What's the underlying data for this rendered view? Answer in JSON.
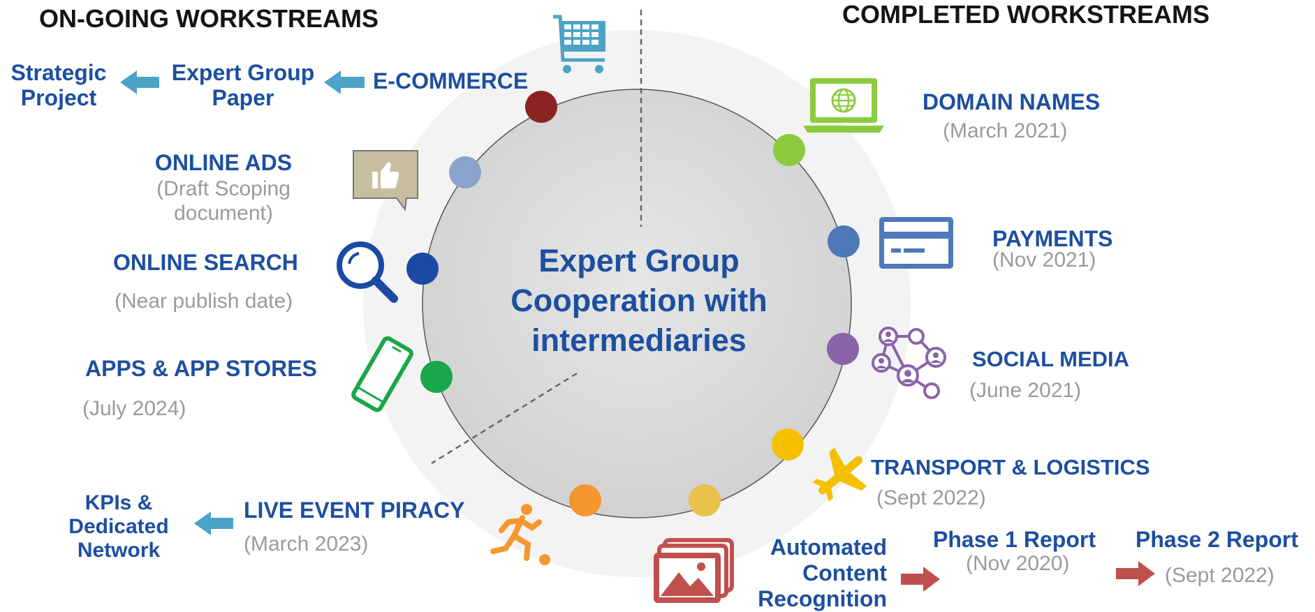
{
  "headers": {
    "ongoing": "ON-GOING WORKSTREAMS",
    "completed": "COMPLETED WORKSTREAMS"
  },
  "center": {
    "line1": "Expert Group",
    "line2": "Cooperation with",
    "line3": "intermediaries"
  },
  "ongoing": {
    "ecommerce": {
      "label": "E-COMMERCE",
      "step1": [
        "Expert Group",
        "Paper"
      ],
      "step2": [
        "Strategic",
        "Project"
      ]
    },
    "online_ads": {
      "label": "ONLINE ADS",
      "status": [
        "(Draft Scoping",
        "document)"
      ]
    },
    "online_search": {
      "label": "ONLINE SEARCH",
      "status": "(Near publish date)"
    },
    "apps": {
      "label": "APPS & APP STORES",
      "status": "(July 2024)"
    },
    "live_event": {
      "label": "LIVE EVENT PIRACY",
      "status": "(March 2023)",
      "next": [
        "KPIs &",
        "Dedicated",
        "Network"
      ]
    }
  },
  "completed": {
    "domain_names": {
      "label": "DOMAIN NAMES",
      "date": "(March 2021)"
    },
    "payments": {
      "label": "PAYMENTS",
      "date": "(Nov 2021)"
    },
    "social_media": {
      "label": "SOCIAL MEDIA",
      "date": "(June 2021)"
    },
    "transport": {
      "label": "TRANSPORT & LOGISTICS",
      "date": "(Sept 2022)"
    },
    "acr": {
      "label": [
        "Automated",
        "Content",
        "Recognition"
      ],
      "phase1": {
        "label": "Phase 1 Report",
        "date": "(Nov 2020)"
      },
      "phase2": {
        "label": "Phase 2 Report",
        "date": "(Sept 2022)"
      }
    }
  },
  "colors": {
    "title_blue": "#1d4fa0",
    "grey_text": "#9a9a9a",
    "arrow_teal": "#4ba3c7",
    "arrow_red": "#c0504d",
    "dots": [
      "#8b2323",
      "#8aa3cc",
      "#1b4aa3",
      "#1aa64a",
      "#f5962f",
      "#e8c24a",
      "#f5c000",
      "#8a64a8",
      "#4f78b8",
      "#8bcc3f"
    ]
  },
  "icons": [
    "shopping-cart-icon",
    "thumbs-up-speech-icon",
    "magnifier-icon",
    "smartphone-icon",
    "runner-icon",
    "laptop-globe-icon",
    "credit-card-icon",
    "network-people-icon",
    "airplane-icon",
    "image-gallery-icon"
  ]
}
